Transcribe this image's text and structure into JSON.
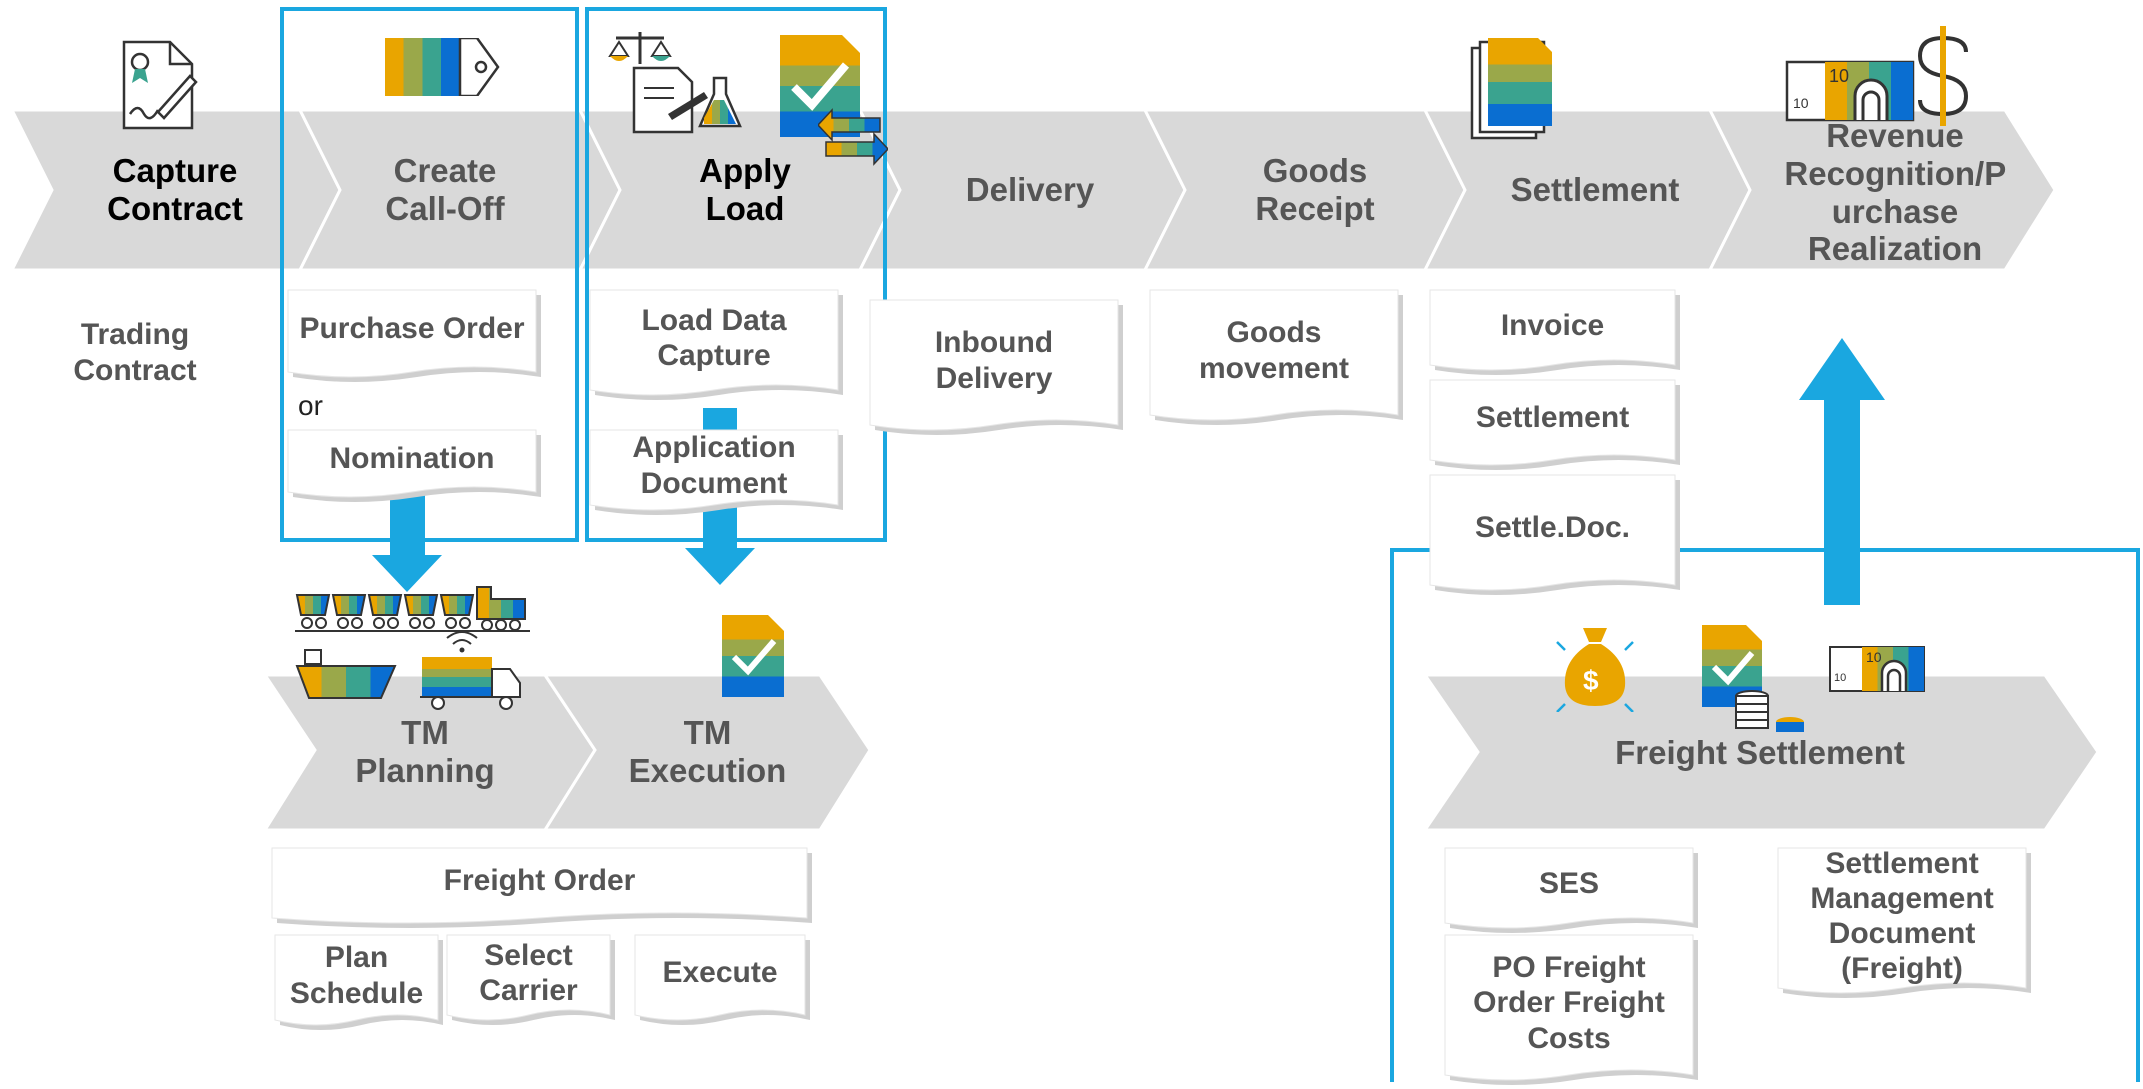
{
  "colors": {
    "accent": "#1aa7e0",
    "chevron": "#d9d9d9",
    "text": "#555555",
    "gold": "#e9a500",
    "teal": "#3aa38f",
    "blue": "#0a6ed1"
  },
  "stages": {
    "capture_contract": "Capture Contract",
    "create_call_off": "Create Call-Off",
    "apply_load": "Apply Load",
    "delivery": "Delivery",
    "goods_receipt": "Goods Receipt",
    "settlement": "Settlement",
    "revenue": "Revenue Recognition/P urchase Realization",
    "tm_planning": "TM Planning",
    "tm_execution": "TM Execution",
    "freight_settlement": "Freight Settlement"
  },
  "docs": {
    "trading_contract": "Trading Contract",
    "purchase_order": "Purchase Order",
    "or": "or",
    "nomination": "Nomination",
    "load_data_capture": "Load Data Capture",
    "application_document": "Application Document",
    "inbound_delivery": "Inbound Delivery",
    "goods_movement": "Goods movement",
    "invoice": "Invoice",
    "settlement": "Settlement",
    "settle_doc": "Settle.Doc.",
    "freight_order": "Freight Order",
    "plan_schedule": "Plan Schedule",
    "select_carrier": "Select Carrier",
    "execute": "Execute",
    "ses": "SES",
    "po_freight": "PO Freight Order Freight Costs",
    "settlement_mgmt": "Settlement Management Document (Freight)"
  },
  "icons": [
    "contract-icon",
    "tag-icon",
    "scales-icon",
    "checked-doc-icon",
    "swap-arrows-icon",
    "documents-stack-icon",
    "banknote-icon",
    "dollar-icon",
    "train-icon",
    "ship-icon",
    "truck-icon",
    "wifi-icon",
    "money-bag-icon",
    "coins-icon"
  ]
}
